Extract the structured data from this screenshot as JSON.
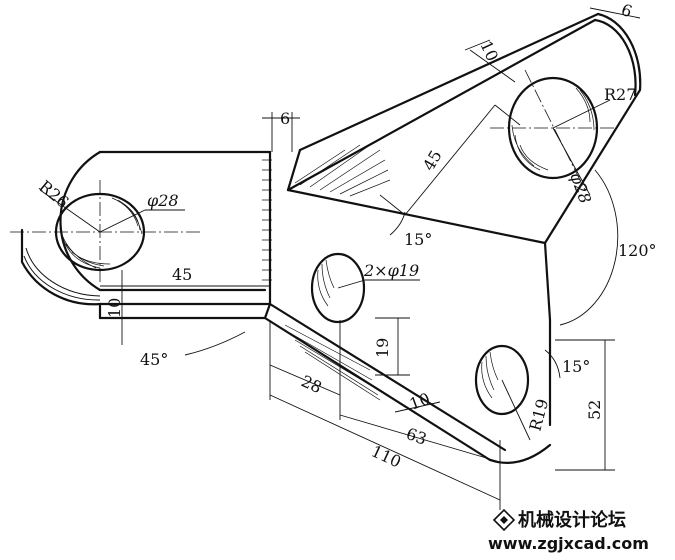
{
  "dimensions": {
    "tab_thickness_top": "6",
    "plate_thickness_upper": "10",
    "left_tab_thickness": "6",
    "upper_hole_radius": "R27",
    "upper_hole_dia": "φ28",
    "rib_length": "45",
    "rib_angle": "15°",
    "vertex_angle": "120°",
    "left_radius": "R26",
    "left_hole_dia": "φ28",
    "left_length": "45",
    "left_thickness": "10",
    "bend_angle": "45°",
    "center_holes": "2×φ19",
    "hole_spacing_vertical": "19",
    "lower_angle": "15°",
    "dim_28": "28",
    "dim_10_lower": "10",
    "dim_63": "63",
    "dim_110": "110",
    "lower_radius": "R19",
    "height_52": "52"
  },
  "watermark": {
    "title": "机械设计论坛",
    "url": "www.zgjxcad.com"
  }
}
